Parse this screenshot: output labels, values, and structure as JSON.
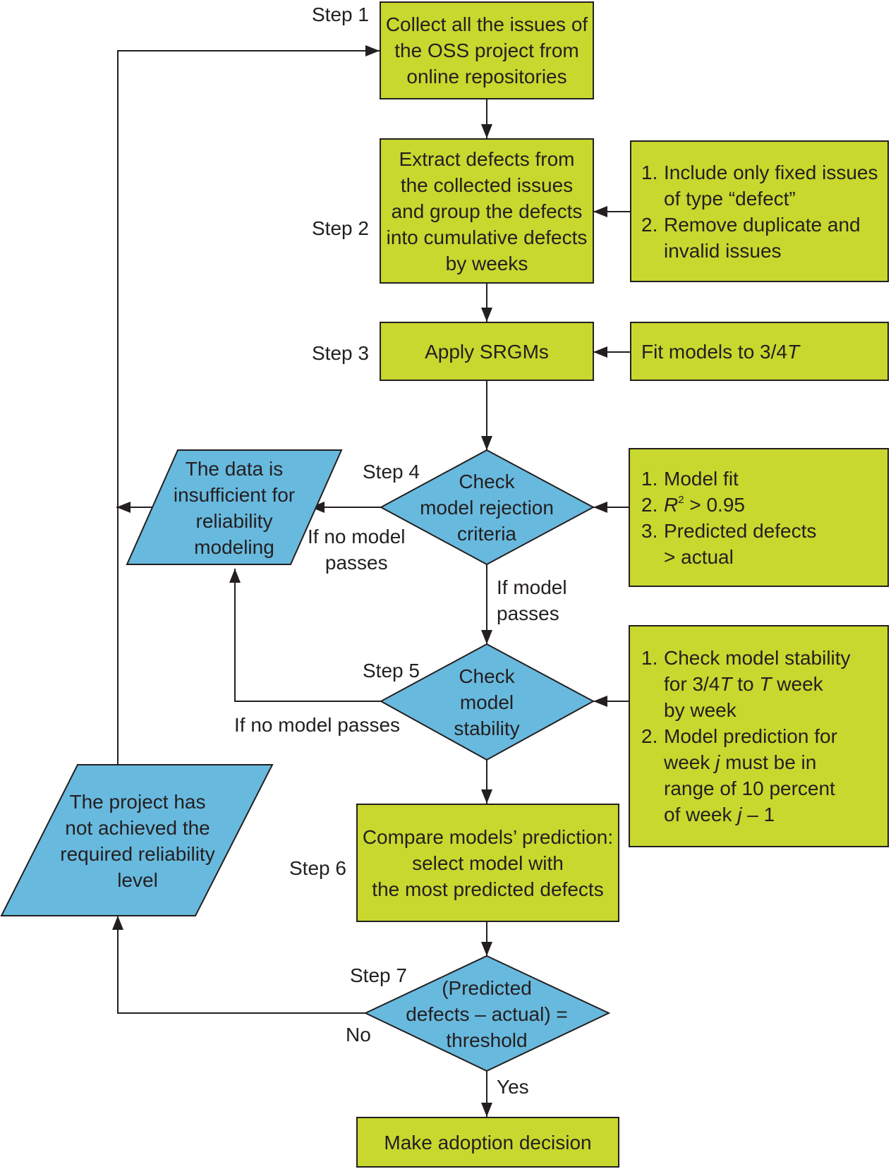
{
  "colors": {
    "green": "#c8d82e",
    "blue": "#68b9de",
    "stroke": "#231f20"
  },
  "steps": {
    "step1": "Step 1",
    "step2": "Step 2",
    "step3": "Step 3",
    "step4": "Step 4",
    "step5": "Step 5",
    "step6": "Step 6",
    "step7": "Step 7"
  },
  "boxes": {
    "collect": [
      "Collect all the issues of",
      "the OSS project from",
      "online repositories"
    ],
    "extract": [
      "Extract defects from",
      "the collected issues",
      "and group the defects",
      "into cumulative defects",
      "by weeks"
    ],
    "apply": "Apply SRGMs",
    "compare": [
      "Compare models’ prediction:",
      "select model with",
      "the most predicted defects"
    ],
    "adopt": "Make adoption decision"
  },
  "diamonds": {
    "rejection": [
      "Check",
      "model rejection",
      "criteria"
    ],
    "stability": [
      "Check",
      "model",
      "stability"
    ],
    "threshold": [
      "(Predicted",
      "defects – actual) =",
      "threshold"
    ]
  },
  "parallelograms": {
    "insufficient": [
      "The data is",
      "insufficient for",
      "reliability",
      "modeling"
    ],
    "not_achieved": [
      "The project has",
      "not achieved the",
      "required reliability",
      "level"
    ]
  },
  "notes": {
    "filter": {
      "n1": "1.",
      "i1a": "Include only fixed issues",
      "i1b": "of type “defect”",
      "n2": "2.",
      "i2a": "Remove duplicate and",
      "i2b": "invalid issues"
    },
    "fit": {
      "a": "Fit models to 3/4",
      "b": "T"
    },
    "criteria": {
      "n1": "1.",
      "i1": "Model fit",
      "n2": "2.",
      "i2_r": "R",
      "i2_sup": "2",
      "i2_rest": " > 0.95",
      "n3": "3.",
      "i3a": "Predicted defects",
      "i3b": "> actual"
    },
    "stability": {
      "n1": "1.",
      "i1a": "Check model stability",
      "i1b_a": "for 3/4",
      "i1b_b": "T",
      "i1b_c": " to ",
      "i1b_d": "T",
      "i1b_e": " week",
      "i1c": "by week",
      "n2": "2.",
      "i2a": "Model prediction for",
      "i2b_a": "week ",
      "i2b_b": "j",
      "i2b_c": " must be in",
      "i2c": "range of 10 percent",
      "i2d_a": "of week ",
      "i2d_b": "j",
      "i2d_c": " – 1"
    }
  },
  "edge_labels": {
    "no_model_passes_4": [
      "If no model",
      "passes"
    ],
    "model_passes": [
      "If model",
      "passes"
    ],
    "no_model_passes_5": "If no model passes",
    "no": "No",
    "yes": "Yes"
  }
}
